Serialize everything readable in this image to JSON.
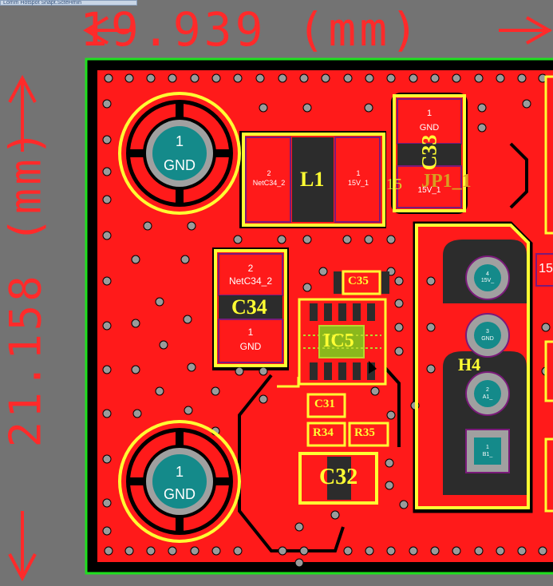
{
  "window": {
    "tab_title": "Lomm Hotspot Snapt.ScteHmin"
  },
  "dimensions": {
    "width_label": "19.939 (mm)",
    "height_label": "21.158 (mm)"
  },
  "components": {
    "L1": "L1",
    "C33": "C33",
    "C34": "C34",
    "C35": "C35",
    "IC5": "IC5",
    "C31": "C31",
    "R34": "R34",
    "R35": "R35",
    "C32": "C32",
    "H4": "H4",
    "JP1": "JP1_1"
  },
  "pads": {
    "mount_top_num": "1",
    "mount_top_net": "GND",
    "mount_bottom_num": "1",
    "mount_bottom_net": "GND",
    "l1_pad2_num": "2",
    "l1_pad2_net": "NetC34_2",
    "l1_pad1_num": "1",
    "l1_pad1_net": "15V_1",
    "c33_pad1_num": "1",
    "c33_pad1_net": "GND",
    "c33_pad2_net": "15V_1",
    "c34_pad2_num": "2",
    "c34_pad2_net": "NetC34_2",
    "c34_pad1_num": "1",
    "c34_pad1_net": "GND",
    "h4_pin4_num": "4",
    "h4_pin4_net": "15V_",
    "h4_pin3_num": "3",
    "h4_pin3_net": "GND",
    "h4_pin2_num": "2",
    "h4_pin2_net": "A1_",
    "h4_pin1_num": "1",
    "h4_pin1_net": "B1_",
    "edge_label": "15"
  },
  "colors": {
    "top_copper": "#ff1a1a",
    "silkscreen": "#ffff33",
    "board_outline": "#1ee01e",
    "background": "#737373",
    "dimension": "#ff2a2a",
    "pad_plated": "#148a8a"
  }
}
